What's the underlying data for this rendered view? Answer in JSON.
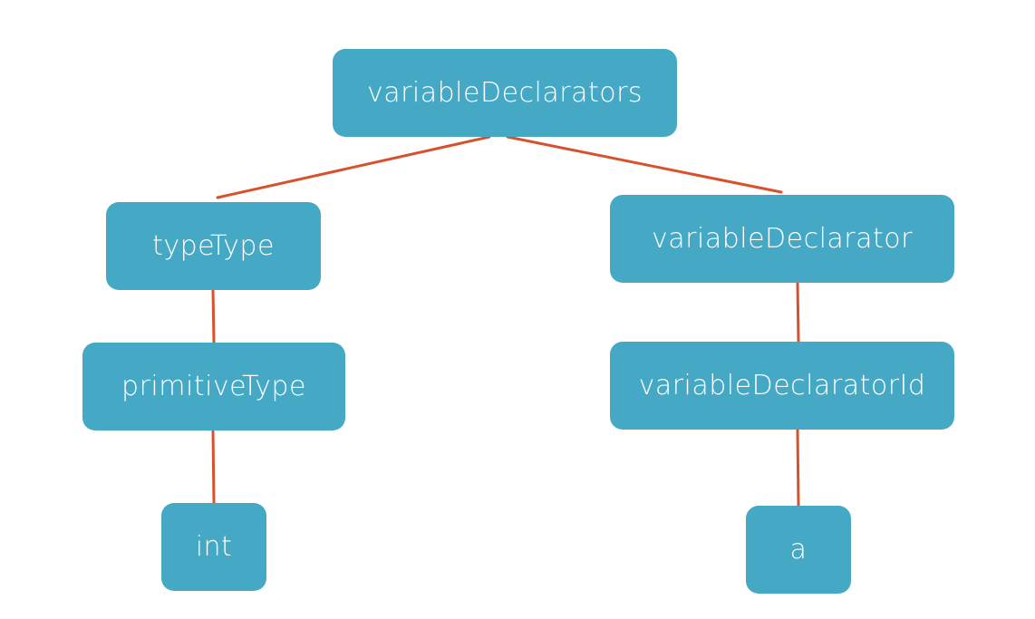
{
  "colors": {
    "node_fill": "#45a9c6",
    "node_text": "#ffffff",
    "edge": "#d9502c",
    "background": "#ffffff"
  },
  "nodes": {
    "root": "variableDeclarators",
    "type_type": "typeType",
    "variable_declarator": "variableDeclarator",
    "primitive_type": "primitiveType",
    "variable_declarator_id": "variableDeclaratorId",
    "int_leaf": "int",
    "a_leaf": "a"
  },
  "edges": [
    [
      "root",
      "type_type"
    ],
    [
      "root",
      "variable_declarator"
    ],
    [
      "type_type",
      "primitive_type"
    ],
    [
      "primitive_type",
      "int_leaf"
    ],
    [
      "variable_declarator",
      "variable_declarator_id"
    ],
    [
      "variable_declarator_id",
      "a_leaf"
    ]
  ]
}
